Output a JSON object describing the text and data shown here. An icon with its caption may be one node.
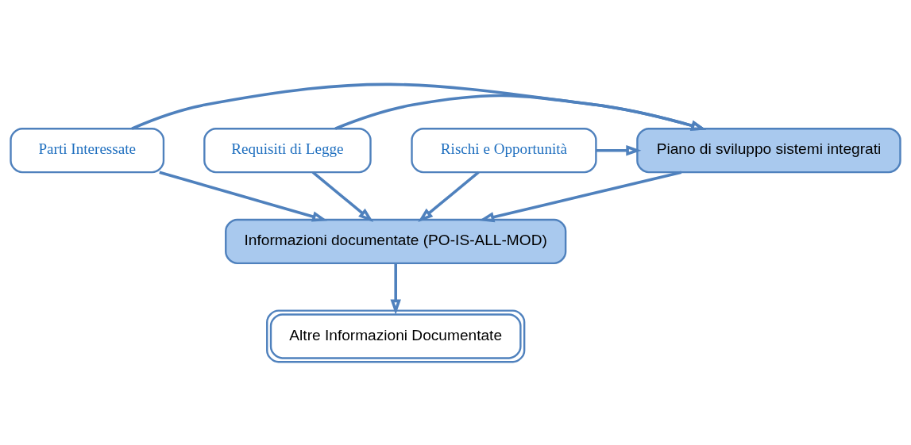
{
  "diagram": {
    "nodes": [
      {
        "text": [
          "Piano di sviluppo sistemi integrati"
        ]
      },
      {
        "text": [
          "Parti Interessate"
        ]
      },
      {
        "text": [
          "Informazioni documentate (PO-IS-ALL-MOD)"
        ]
      },
      {
        "text": [
          "Requisiti di Legge"
        ]
      },
      {
        "text": [
          "Rischi e Opportunità"
        ]
      },
      {
        "text": [
          "Altre Informazioni Documentate"
        ]
      }
    ],
    "edges": [
      {
        "from": 1,
        "to": 0,
        "arrow": "to"
      },
      {
        "from": 1,
        "to": 2,
        "arrow": "to"
      },
      {
        "from": 0,
        "to": 2,
        "arrow": "to"
      },
      {
        "from": 3,
        "to": 0,
        "arrow": "to"
      },
      {
        "from": 4,
        "to": 0,
        "arrow": "to"
      },
      {
        "from": 3,
        "to": 2,
        "arrow": "to"
      },
      {
        "from": 4,
        "to": 2,
        "arrow": "to"
      },
      {
        "from": 2,
        "to": 5,
        "arrow": "to"
      }
    ]
  }
}
